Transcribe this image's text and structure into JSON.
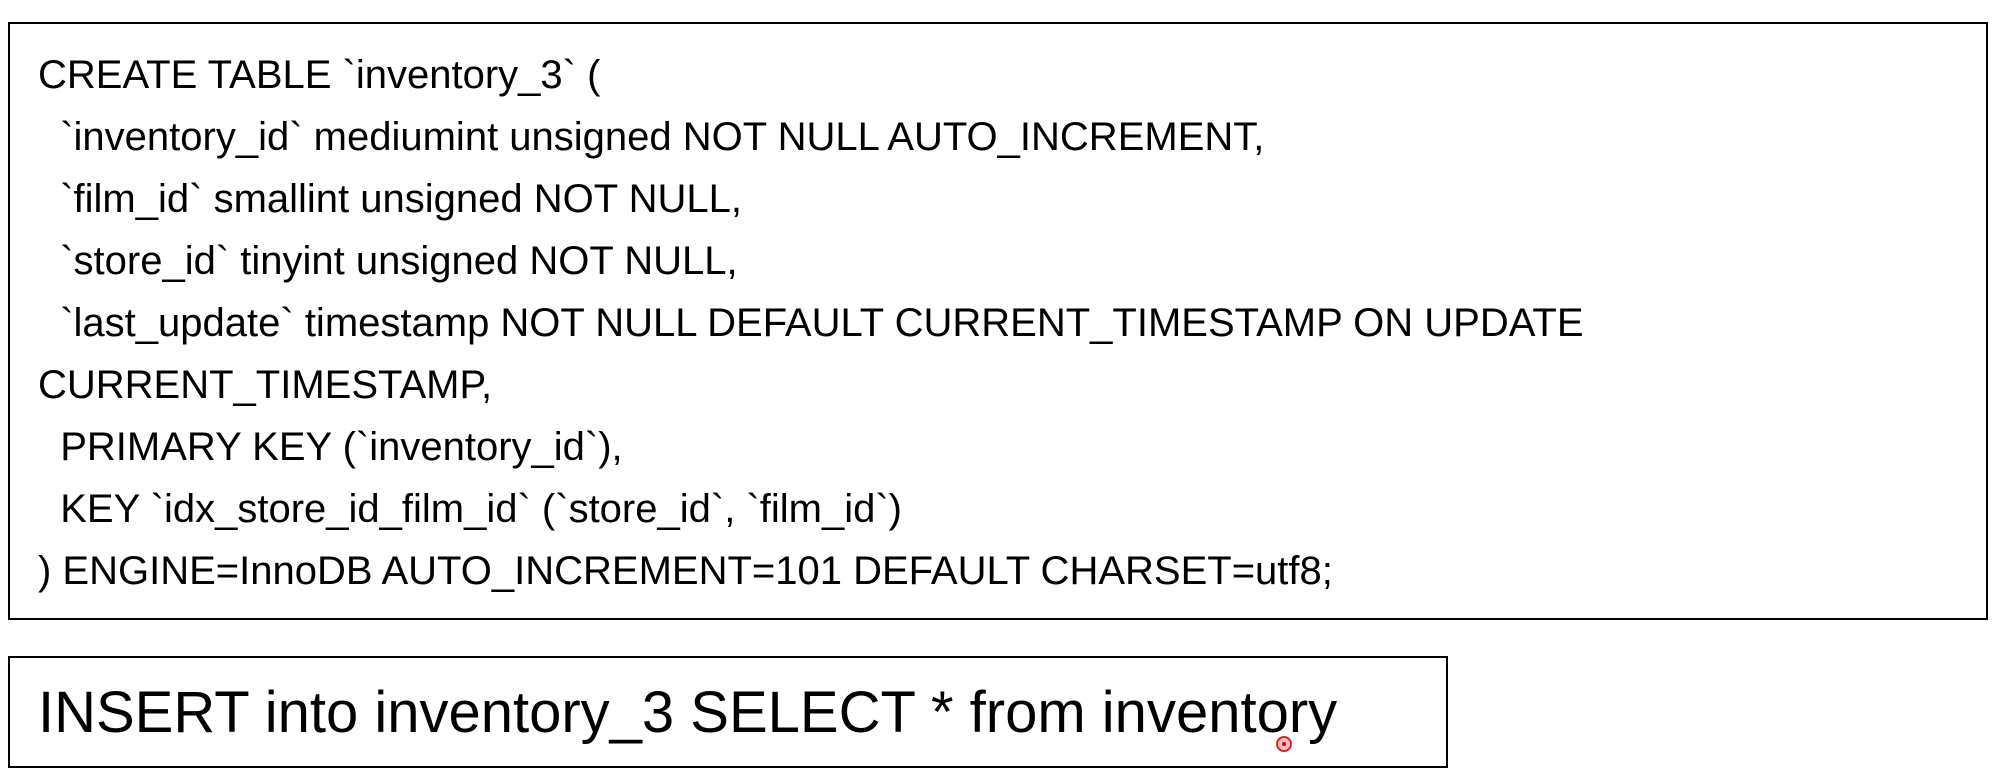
{
  "create_statement": {
    "lines": [
      "CREATE TABLE `inventory_3` (",
      "  `inventory_id` mediumint unsigned NOT NULL AUTO_INCREMENT,",
      "  `film_id` smallint unsigned NOT NULL,",
      "  `store_id` tinyint unsigned NOT NULL,",
      "  `last_update` timestamp NOT NULL DEFAULT CURRENT_TIMESTAMP ON UPDATE",
      "CURRENT_TIMESTAMP,",
      "  PRIMARY KEY (`inventory_id`),",
      "  KEY `idx_store_id_film_id` (`store_id`, `film_id`)",
      ") ENGINE=InnoDB AUTO_INCREMENT=101 DEFAULT CHARSET=utf8;"
    ]
  },
  "insert_statement": {
    "text": "INSERT into inventory_3 SELECT * from inventory"
  },
  "pointer": {
    "icon": "cursor-pointer-icon",
    "color": "#e02020"
  }
}
